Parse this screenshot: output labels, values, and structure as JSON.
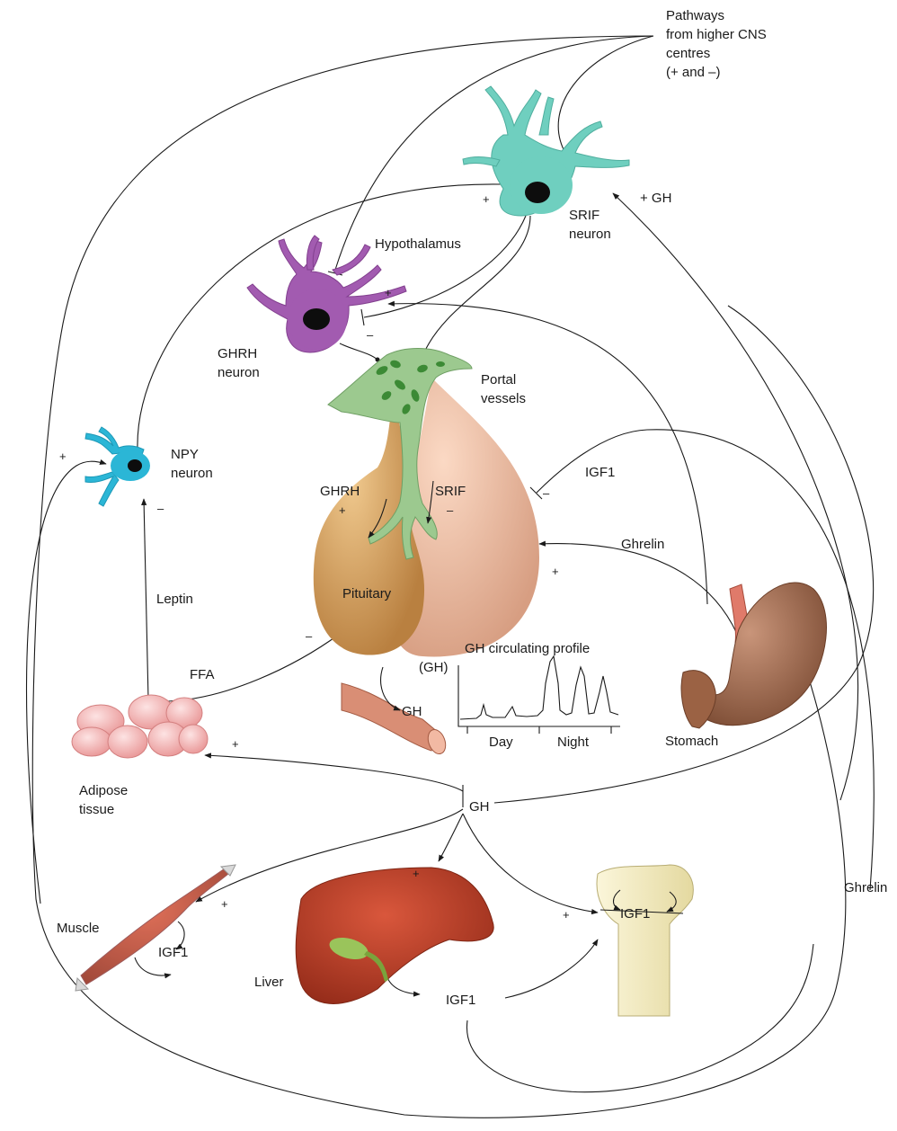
{
  "labels": {
    "pathways": [
      "Pathways",
      "from higher CNS",
      "centres",
      "(+ and –)"
    ],
    "srif_neuron": [
      "SRIF",
      "neuron"
    ],
    "hypothalamus": "Hypothalamus",
    "ghrh_neuron": [
      "GHRH",
      "neuron"
    ],
    "portal_vessels": [
      "Portal",
      "vessels"
    ],
    "npy_neuron": [
      "NPY",
      "neuron"
    ],
    "pituitary": "Pituitary",
    "ghrh": "GHRH",
    "srif": "SRIF",
    "igf1": "IGF1",
    "ghrelin": "Ghrelin",
    "plus_gh": "+ GH",
    "leptin": "Leptin",
    "ffa": "FFA",
    "gh": "GH",
    "gh_axis": "(GH)",
    "gh_profile_title": "GH circulating profile",
    "day": "Day",
    "night": "Night",
    "stomach": "Stomach",
    "adipose": [
      "Adipose",
      "tissue"
    ],
    "muscle": "Muscle",
    "liver": "Liver",
    "plus": "+",
    "minus": "–"
  },
  "colors": {
    "srif_neuron": "#6fcfbf",
    "ghrh_neuron": "#a25bb0",
    "npy_neuron": "#2bb6d6",
    "portal": "#9cc98f",
    "pituitary_front": "#d8a868",
    "pituitary_back": "#efbfa3",
    "stomach": "#a36c4c",
    "liver": "#b5402a",
    "bone": "#f3ecc2",
    "adipose": "#f5b6b6",
    "muscle": "#c56a6a"
  }
}
